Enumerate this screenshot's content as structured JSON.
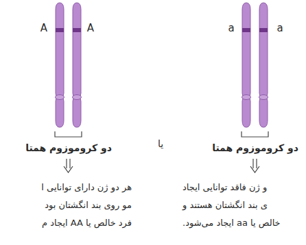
{
  "diagram": {
    "labels": [
      "A",
      "A",
      "دو کروموزوم همتا",
      "هر دو ژن دارای توانایی ا",
      "مو روی بند انگشتان بود",
      "فرد خالص یا AA ایجاد م",
      "یا",
      "a",
      "a",
      "دو کروموزوم همتا",
      "و ژن فاقد توانایی ایجاد",
      "ی بند انگشتان هستند و",
      "خالص یا aa ایجاد می‌شود."
    ]
  }
}
